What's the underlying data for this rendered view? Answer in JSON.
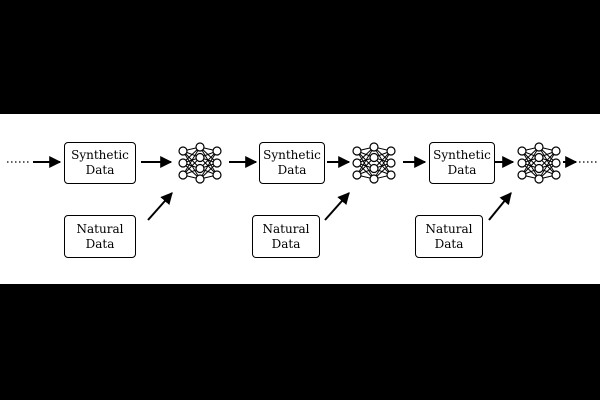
{
  "diagram": {
    "stages": [
      {
        "synthetic": {
          "line1": "Synthetic",
          "line2": "Data"
        },
        "natural": {
          "line1": "Natural",
          "line2": "Data"
        }
      },
      {
        "synthetic": {
          "line1": "Synthetic",
          "line2": "Data"
        },
        "natural": {
          "line1": "Natural",
          "line2": "Data"
        }
      },
      {
        "synthetic": {
          "line1": "Synthetic",
          "line2": "Data"
        },
        "natural": {
          "line1": "Natural",
          "line2": "Data"
        }
      }
    ],
    "icons": [
      "neural-network-icon",
      "neural-network-icon",
      "neural-network-icon"
    ],
    "colors": {
      "background": "#000000",
      "canvas": "#ffffff",
      "ink": "#000000"
    }
  }
}
